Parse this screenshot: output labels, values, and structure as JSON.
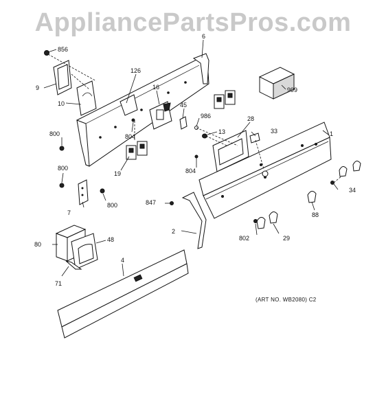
{
  "watermark": "AppliancePartsPros.com",
  "art_number": "(ART NO. WB2080) C2",
  "callouts": {
    "p856": "856",
    "p6": "6",
    "p126": "126",
    "p9": "9",
    "p10": "10",
    "p16": "16",
    "p999": "999",
    "p45": "45",
    "p986": "986",
    "p28": "28",
    "p33": "33",
    "p13": "13",
    "p1": "1",
    "p800a": "800",
    "p804a": "804",
    "p804b": "804",
    "p800b": "800",
    "p19": "19",
    "p800c": "800",
    "p7": "7",
    "p34": "34",
    "p847": "847",
    "p88": "88",
    "p2": "2",
    "p802": "802",
    "p29": "29",
    "p80": "80",
    "p48": "48",
    "p4": "4",
    "p71": "71"
  }
}
